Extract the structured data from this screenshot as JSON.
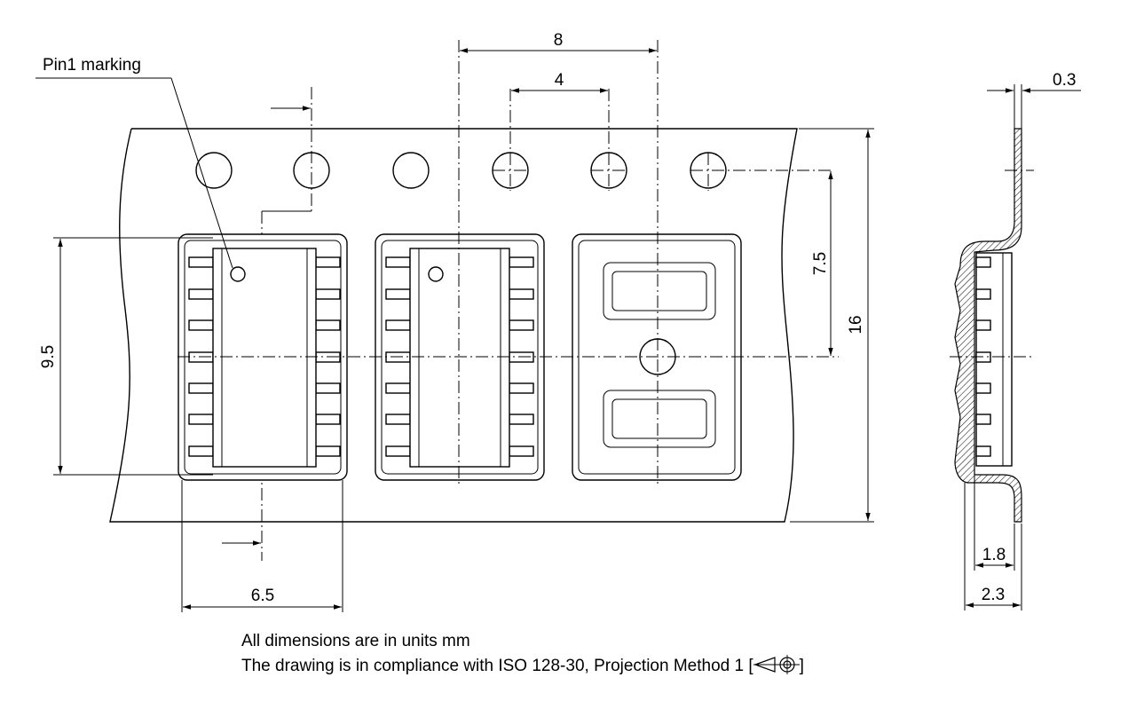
{
  "labels": {
    "pin1": "Pin1 marking"
  },
  "dimensions": {
    "pitch_8": "8",
    "pitch_4": "4",
    "thickness_0_3": "0.3",
    "hole_offset_7_5": "7.5",
    "tape_width_16": "16",
    "cavity_length_9_5": "9.5",
    "cavity_width_6_5": "6.5",
    "depth_1_8": "1.8",
    "depth_2_3": "2.3"
  },
  "notes": {
    "units": "All dimensions are in units mm",
    "compliance": "The drawing is in compliance with ISO 128-30, Projection Method 1 [",
    "compliance_end": "]"
  },
  "icons": [
    "projection-method-1-icon"
  ]
}
